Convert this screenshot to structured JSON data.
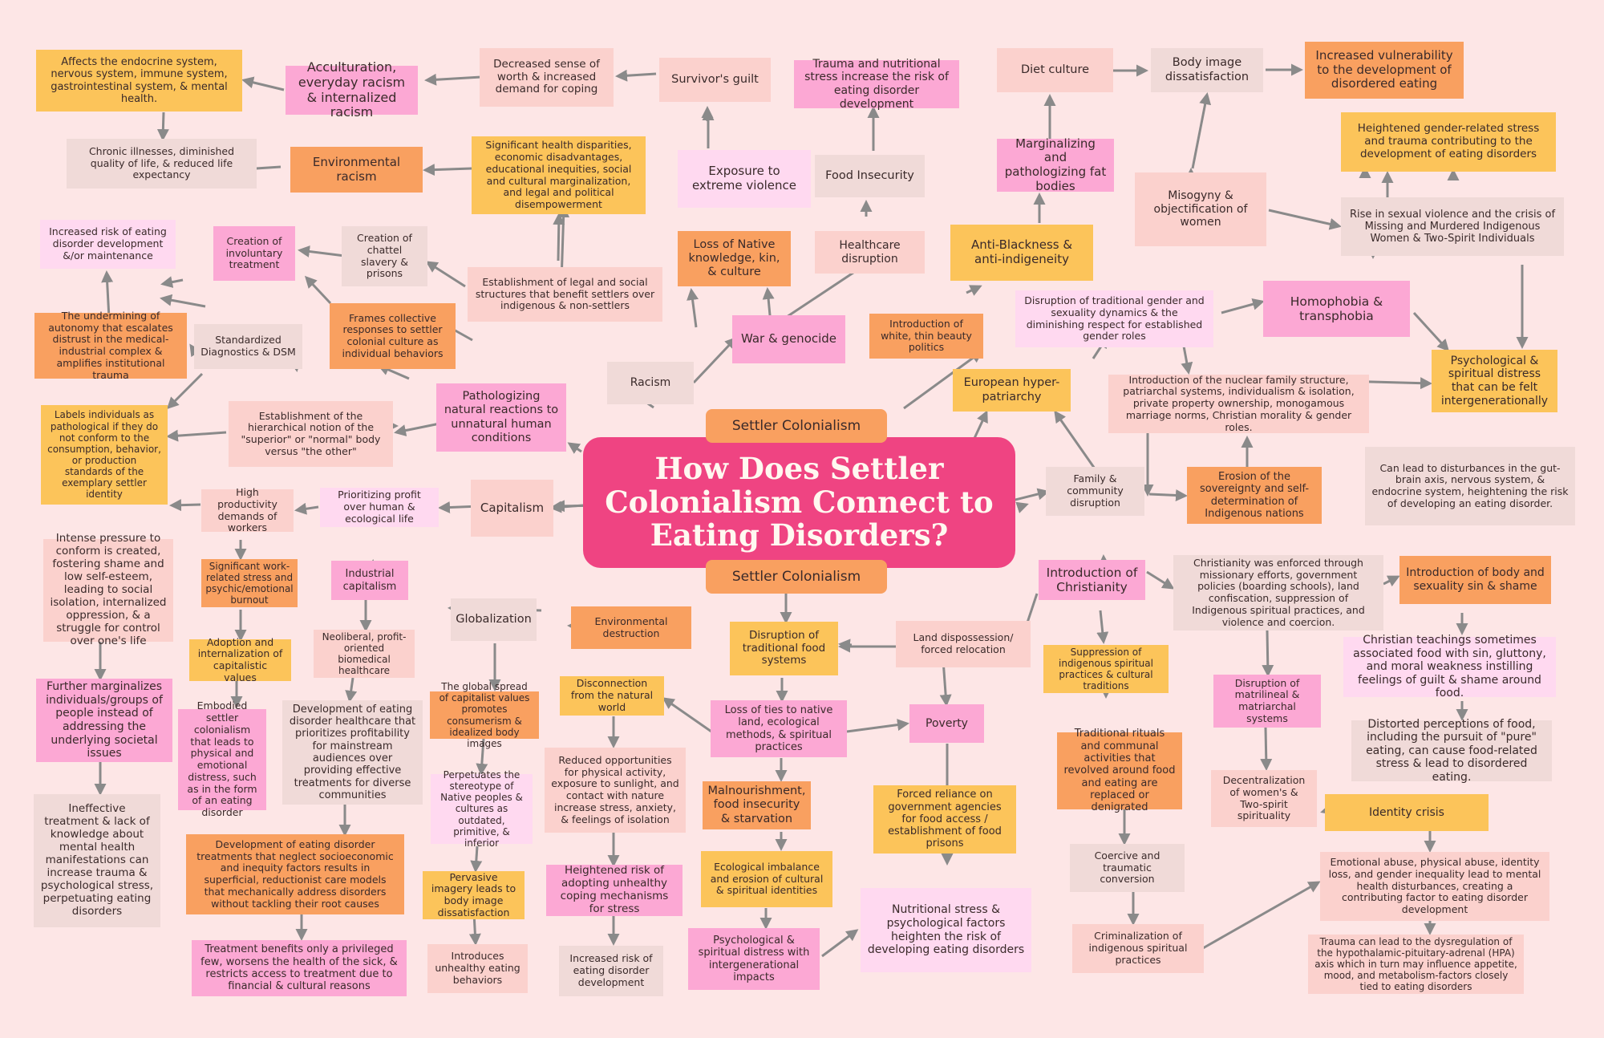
{
  "title": "How Does Settler\nColonialism Connect to\nEating Disorders?",
  "hub_label": "Settler Colonialism",
  "colors": {
    "background": "#fde6e6",
    "title_box": "#ef4482",
    "arrow": "#8a8a8a",
    "fills": {
      "O": "#f9a060",
      "Y": "#fcc45a",
      "P": "#fca8d4",
      "L": "#ffd9f0",
      "S": "#fbd1cd",
      "G": "#f0dad8"
    }
  },
  "nodes": [
    {
      "id": "n1",
      "text": "Affects the endocrine system, nervous system, immune system, gastrointestinal system, & mental health.",
      "fill": "Y"
    },
    {
      "id": "n2",
      "text": "Acculturation, everyday racism & internalized racism",
      "fill": "P"
    },
    {
      "id": "n3",
      "text": "Decreased sense of worth & increased demand for coping",
      "fill": "S"
    },
    {
      "id": "n4",
      "text": "Survivor's guilt",
      "fill": "S"
    },
    {
      "id": "n5",
      "text": "Trauma and nutritional stress increase the risk of eating disorder development",
      "fill": "P"
    },
    {
      "id": "n6",
      "text": "Diet culture",
      "fill": "S"
    },
    {
      "id": "n7",
      "text": "Body image dissatisfaction",
      "fill": "G"
    },
    {
      "id": "n8",
      "text": "Increased vulnerability to the development of disordered eating",
      "fill": "O"
    },
    {
      "id": "n9",
      "text": "Chronic illnesses, diminished quality of life, & reduced life expectancy",
      "fill": "G"
    },
    {
      "id": "n10",
      "text": "Environmental racism",
      "fill": "O"
    },
    {
      "id": "n11",
      "text": "Significant health disparities, economic disadvantages, educational inequities, social and cultural marginalization, and legal and political disempowerment",
      "fill": "Y"
    },
    {
      "id": "n12",
      "text": "Exposure to extreme violence",
      "fill": "L"
    },
    {
      "id": "n13",
      "text": "Food Insecurity",
      "fill": "G"
    },
    {
      "id": "n14",
      "text": "Marginalizing and pathologizing fat bodies",
      "fill": "P"
    },
    {
      "id": "n15",
      "text": "Misogyny & objectification of women",
      "fill": "S"
    },
    {
      "id": "n16",
      "text": "Heightened gender-related stress and trauma contributing to the development of eating disorders",
      "fill": "Y"
    },
    {
      "id": "n17",
      "text": "Increased risk of eating disorder development &/or maintenance",
      "fill": "L"
    },
    {
      "id": "n18",
      "text": "Creation of involuntary treatment",
      "fill": "P"
    },
    {
      "id": "n19",
      "text": "Creation of chattel slavery & prisons",
      "fill": "G"
    },
    {
      "id": "n20",
      "text": "Establishment of legal and social structures that benefit settlers over indigenous & non-settlers",
      "fill": "S"
    },
    {
      "id": "n21",
      "text": "Loss of Native knowledge, kin, & culture",
      "fill": "O"
    },
    {
      "id": "n22",
      "text": "Healthcare disruption",
      "fill": "S"
    },
    {
      "id": "n23",
      "text": "Anti-Blackness & anti-indigeneity",
      "fill": "Y"
    },
    {
      "id": "n24",
      "text": "Rise in sexual violence and the crisis of Missing and Murdered Indigenous Women & Two-Spirit Individuals",
      "fill": "G"
    },
    {
      "id": "n25",
      "text": "The undermining of autonomy that escalates distrust in the medical-industrial complex & amplifies institutional trauma",
      "fill": "O"
    },
    {
      "id": "n26",
      "text": "Standardized Diagnostics & DSM",
      "fill": "G"
    },
    {
      "id": "n27",
      "text": "Frames collective responses to settler colonial culture as individual behaviors",
      "fill": "O"
    },
    {
      "id": "n28",
      "text": "War & genocide",
      "fill": "P"
    },
    {
      "id": "n29",
      "text": "Introduction of white, thin beauty politics",
      "fill": "O"
    },
    {
      "id": "n30",
      "text": "Disruption of traditional gender and sexuality dynamics & the diminishing respect for established gender roles",
      "fill": "L"
    },
    {
      "id": "n31",
      "text": "Homophobia & transphobia",
      "fill": "P"
    },
    {
      "id": "n32",
      "text": "Racism",
      "fill": "G"
    },
    {
      "id": "n33",
      "text": "European hyper-patriarchy",
      "fill": "Y"
    },
    {
      "id": "n34",
      "text": "Introduction of the nuclear family structure, patriarchal systems, individualism & isolation, private property ownership, monogamous marriage norms, Christian morality & gender roles.",
      "fill": "S"
    },
    {
      "id": "n35",
      "text": "Psychological & spiritual distress that can be felt intergenerationally",
      "fill": "Y"
    },
    {
      "id": "n36",
      "text": "Labels individuals as pathological if they do not conform to the consumption, behavior, or production standards of the exemplary settler identity",
      "fill": "Y"
    },
    {
      "id": "n37",
      "text": "Establishment of the hierarchical notion of the \"superior\" or \"normal\" body versus \"the other\"",
      "fill": "S"
    },
    {
      "id": "n38",
      "text": "Pathologizing natural reactions to unnatural human conditions",
      "fill": "P"
    },
    {
      "id": "n39",
      "text": "Family & community disruption",
      "fill": "G"
    },
    {
      "id": "n40",
      "text": "Erosion of the sovereignty and self-determination of Indigenous nations",
      "fill": "O"
    },
    {
      "id": "n41",
      "text": "Can lead to disturbances in the gut-brain axis, nervous system, & endocrine system, heightening the risk of developing an eating disorder.",
      "fill": "G"
    },
    {
      "id": "n42",
      "text": "High productivity demands of workers",
      "fill": "S"
    },
    {
      "id": "n43",
      "text": "Prioritizing profit over human & ecological life",
      "fill": "L"
    },
    {
      "id": "n44",
      "text": "Capitalism",
      "fill": "S"
    },
    {
      "id": "n45",
      "text": "Intense pressure to conform is created, fostering shame and low self-esteem, leading to social isolation, internalized oppression, & a struggle for control over one's life",
      "fill": "S"
    },
    {
      "id": "n46",
      "text": "Significant work-related stress and psychic/emotional burnout",
      "fill": "O"
    },
    {
      "id": "n47",
      "text": "Industrial capitalism",
      "fill": "P"
    },
    {
      "id": "n48",
      "text": "Introduction of Christianity",
      "fill": "P"
    },
    {
      "id": "n49",
      "text": "Christianity was enforced through missionary efforts, government policies (boarding schools), land confiscation, suppression of Indigenous spiritual practices, and violence and coercion.",
      "fill": "G"
    },
    {
      "id": "n50",
      "text": "Introduction of body and sexuality sin & shame",
      "fill": "O"
    },
    {
      "id": "n51",
      "text": "Globalization",
      "fill": "G"
    },
    {
      "id": "n52",
      "text": "Environmental destruction",
      "fill": "O"
    },
    {
      "id": "n53",
      "text": "Disruption of traditional food systems",
      "fill": "Y"
    },
    {
      "id": "n54",
      "text": "Land dispossession/ forced relocation",
      "fill": "S"
    },
    {
      "id": "n55",
      "text": "Suppression of indigenous spiritual practices & cultural traditions",
      "fill": "Y"
    },
    {
      "id": "n56",
      "text": "Adoption and internalization of capitalistic values",
      "fill": "Y"
    },
    {
      "id": "n57",
      "text": "Neoliberal, profit-oriented biomedical healthcare",
      "fill": "S"
    },
    {
      "id": "n58",
      "text": "Christian teachings sometimes associated food with sin, gluttony, and moral weakness instilling feelings of guilt & shame around food.",
      "fill": "L"
    },
    {
      "id": "n59",
      "text": "Further marginalizes individuals/groups of people instead of addressing the underlying societal issues",
      "fill": "P"
    },
    {
      "id": "n60",
      "text": "Disconnection from the natural world",
      "fill": "Y"
    },
    {
      "id": "n61",
      "text": "Loss of ties to native land, ecological methods, & spiritual practices",
      "fill": "P"
    },
    {
      "id": "n62",
      "text": "Poverty",
      "fill": "P"
    },
    {
      "id": "n63",
      "text": "Disruption of matrilineal & matriarchal systems",
      "fill": "P"
    },
    {
      "id": "n64",
      "text": "The global spread of capitalist values promotes consumerism & idealized body images",
      "fill": "O"
    },
    {
      "id": "n65",
      "text": "Development of eating disorder healthcare that prioritizes profitability for mainstream audiences over providing effective treatments for diverse communities",
      "fill": "G"
    },
    {
      "id": "n66",
      "text": "Embodied settler colonialism that leads to physical and emotional distress, such as in the form of an eating disorder",
      "fill": "P"
    },
    {
      "id": "n67",
      "text": "Traditional rituals and communal activities that revolved around food and eating are replaced or denigrated",
      "fill": "O"
    },
    {
      "id": "n68",
      "text": "Distorted perceptions of food, including the pursuit of \"pure\" eating, can cause food-related stress & lead to disordered eating.",
      "fill": "G"
    },
    {
      "id": "n69",
      "text": "Perpetuates the stereotype of Native peoples & cultures as outdated, primitive, & inferior",
      "fill": "L"
    },
    {
      "id": "n70",
      "text": "Reduced opportunities for physical activity, exposure to sunlight, and contact with nature increase stress, anxiety, & feelings of isolation",
      "fill": "S"
    },
    {
      "id": "n71",
      "text": "Malnourishment, food insecurity & starvation",
      "fill": "O"
    },
    {
      "id": "n72",
      "text": "Forced reliance on government agencies for food access / establishment of food prisons",
      "fill": "Y"
    },
    {
      "id": "n73",
      "text": "Decentralization of women's & Two-spirit spirituality",
      "fill": "S"
    },
    {
      "id": "n74",
      "text": "Identity crisis",
      "fill": "Y"
    },
    {
      "id": "n75",
      "text": "Ineffective treatment & lack of knowledge about mental health manifestations can increase trauma & psychological stress, perpetuating eating disorders",
      "fill": "G"
    },
    {
      "id": "n76",
      "text": "Development of eating disorder treatments that neglect socioeconomic and inequity factors results in superficial, reductionist care models that mechanically address disorders without tackling their root causes",
      "fill": "O"
    },
    {
      "id": "n77",
      "text": "Ecological imbalance and erosion of cultural & spiritual identities",
      "fill": "Y"
    },
    {
      "id": "n78",
      "text": "Coercive and traumatic conversion",
      "fill": "G"
    },
    {
      "id": "n79",
      "text": "Emotional abuse, physical abuse, identity loss, and gender inequality lead to mental health disturbances, creating a contributing factor to eating disorder development",
      "fill": "S"
    },
    {
      "id": "n80",
      "text": "Pervasive imagery leads to body image dissatisfaction",
      "fill": "Y"
    },
    {
      "id": "n81",
      "text": "Heightened risk of adopting unhealthy coping mechanisms for stress",
      "fill": "P"
    },
    {
      "id": "n82",
      "text": "Nutritional stress & psychological factors heighten the risk of developing eating disorders",
      "fill": "L"
    },
    {
      "id": "n83",
      "text": "Treatment benefits only a privileged few, worsens the health of the sick, & restricts access to treatment due to financial & cultural reasons",
      "fill": "P"
    },
    {
      "id": "n84",
      "text": "Introduces unhealthy eating behaviors",
      "fill": "S"
    },
    {
      "id": "n85",
      "text": "Increased risk of eating disorder development",
      "fill": "G"
    },
    {
      "id": "n86",
      "text": "Psychological & spiritual distress with intergenerational impacts",
      "fill": "P"
    },
    {
      "id": "n87",
      "text": "Criminalization of indigenous spiritual practices",
      "fill": "S"
    },
    {
      "id": "n88",
      "text": "Trauma can lead to the dysregulation of the hypothalamic-pituitary-adrenal (HPA) axis which in turn may influence appetite, mood, and metabolism-factors closely tied to eating disorders",
      "fill": "S"
    }
  ]
}
